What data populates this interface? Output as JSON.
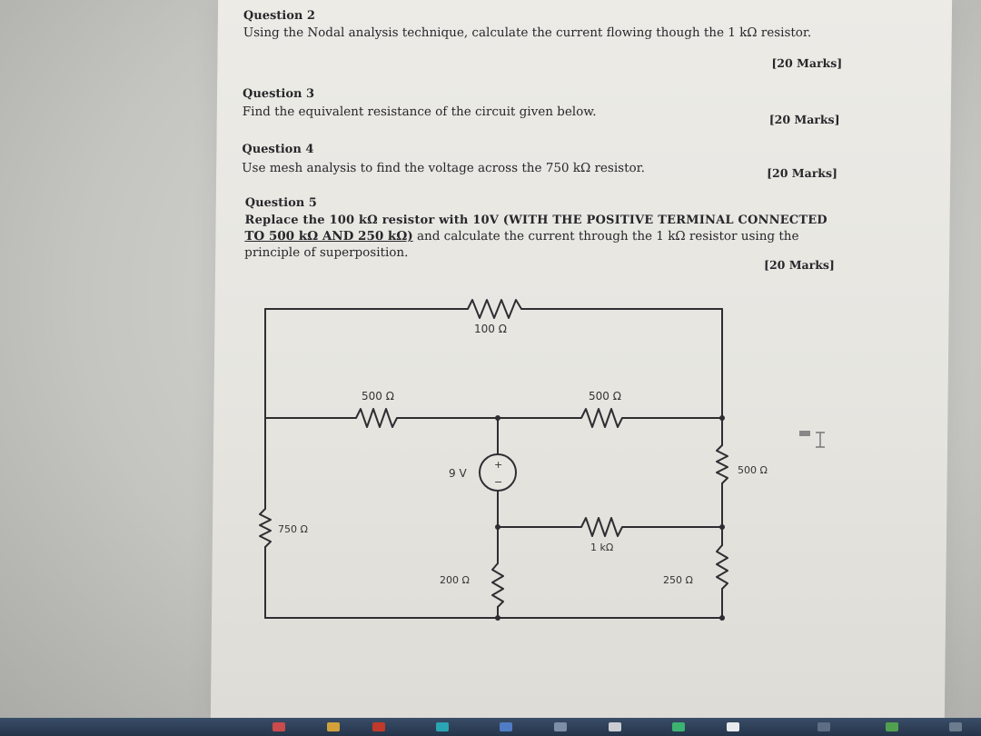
{
  "questions": {
    "q2": {
      "title": "Question 2",
      "text": "Using the Nodal analysis technique, calculate the current flowing though the 1 kΩ resistor.",
      "marks": "[20 Marks]"
    },
    "q3": {
      "title": "Question 3",
      "text": "Find the equivalent resistance of the circuit given below.",
      "marks": "[20 Marks]"
    },
    "q4": {
      "title": "Question 4",
      "text": "Use mesh analysis to find the voltage across the 750 kΩ resistor.",
      "marks": "[20 Marks]"
    },
    "q5": {
      "title": "Question 5",
      "line1": "Replace the 100 kΩ resistor with 10V (WITH THE POSITIVE TERMINAL CONNECTED",
      "line2a": "TO 500 kΩ AND 250 kΩ)",
      "line2b": " and calculate the current through the 1 kΩ resistor using the",
      "line3": "principle of superposition.",
      "marks": "[20 Marks]"
    }
  },
  "circuit": {
    "r_top": "100 Ω",
    "r_left_mid": "500 Ω",
    "r_right_mid": "500 Ω",
    "source": "9 V",
    "source_plus": "+",
    "source_minus": "−",
    "r_right_vertical": "500 Ω",
    "r_left_vertical": "750 Ω",
    "r_center_h": "1 kΩ",
    "r_bottom_center": "200 Ω",
    "r_bottom_right": "250 Ω"
  },
  "colors": {
    "paper": "#e8e7e2",
    "ink": "#27272b",
    "wire": "#2e2e32"
  }
}
